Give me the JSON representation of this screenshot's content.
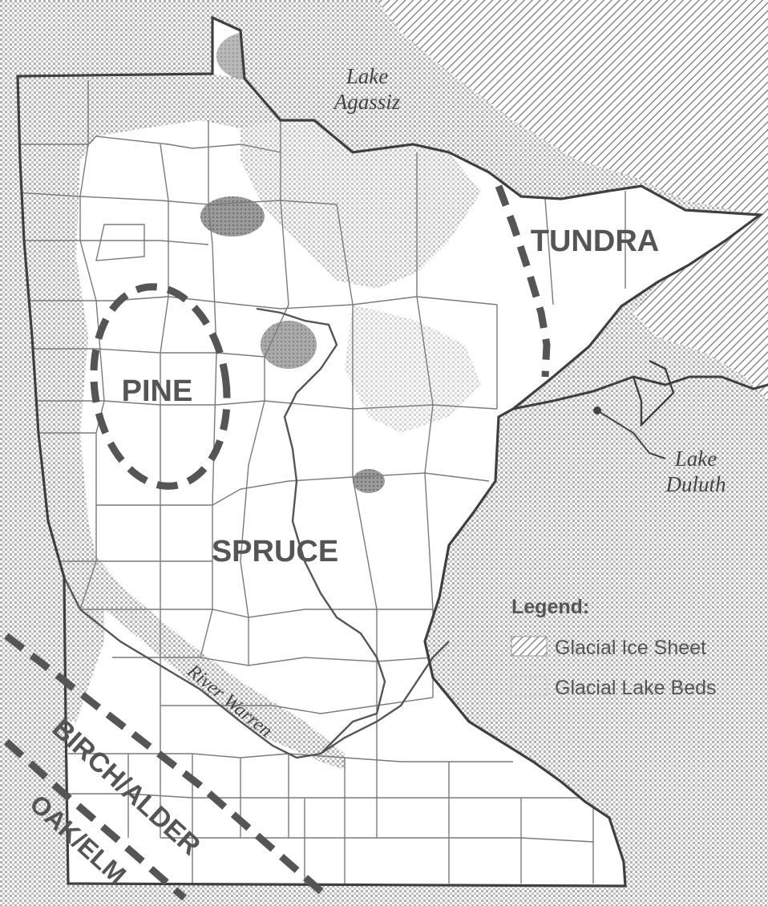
{
  "map": {
    "regions": {
      "tundra": "TUNDRA",
      "pine": "PINE",
      "spruce": "SPRUCE",
      "birch_alder": "BIRCH/ALDER",
      "oak_elm": "OAK/ELM"
    },
    "water_features": {
      "lake_agassiz": "Lake Agassiz",
      "lake_duluth_line1": "Lake",
      "lake_duluth_line2": "Duluth",
      "river_warren": "River Warren"
    },
    "legend": {
      "title": "Legend:",
      "items": [
        {
          "label": "Glacial Ice Sheet",
          "pattern": "hatch"
        },
        {
          "label": "Glacial Lake Beds",
          "pattern": "dots"
        }
      ]
    },
    "colors": {
      "outline": "#444444",
      "boundary": "#777777",
      "dash": "#555555",
      "text": "#555555"
    }
  }
}
